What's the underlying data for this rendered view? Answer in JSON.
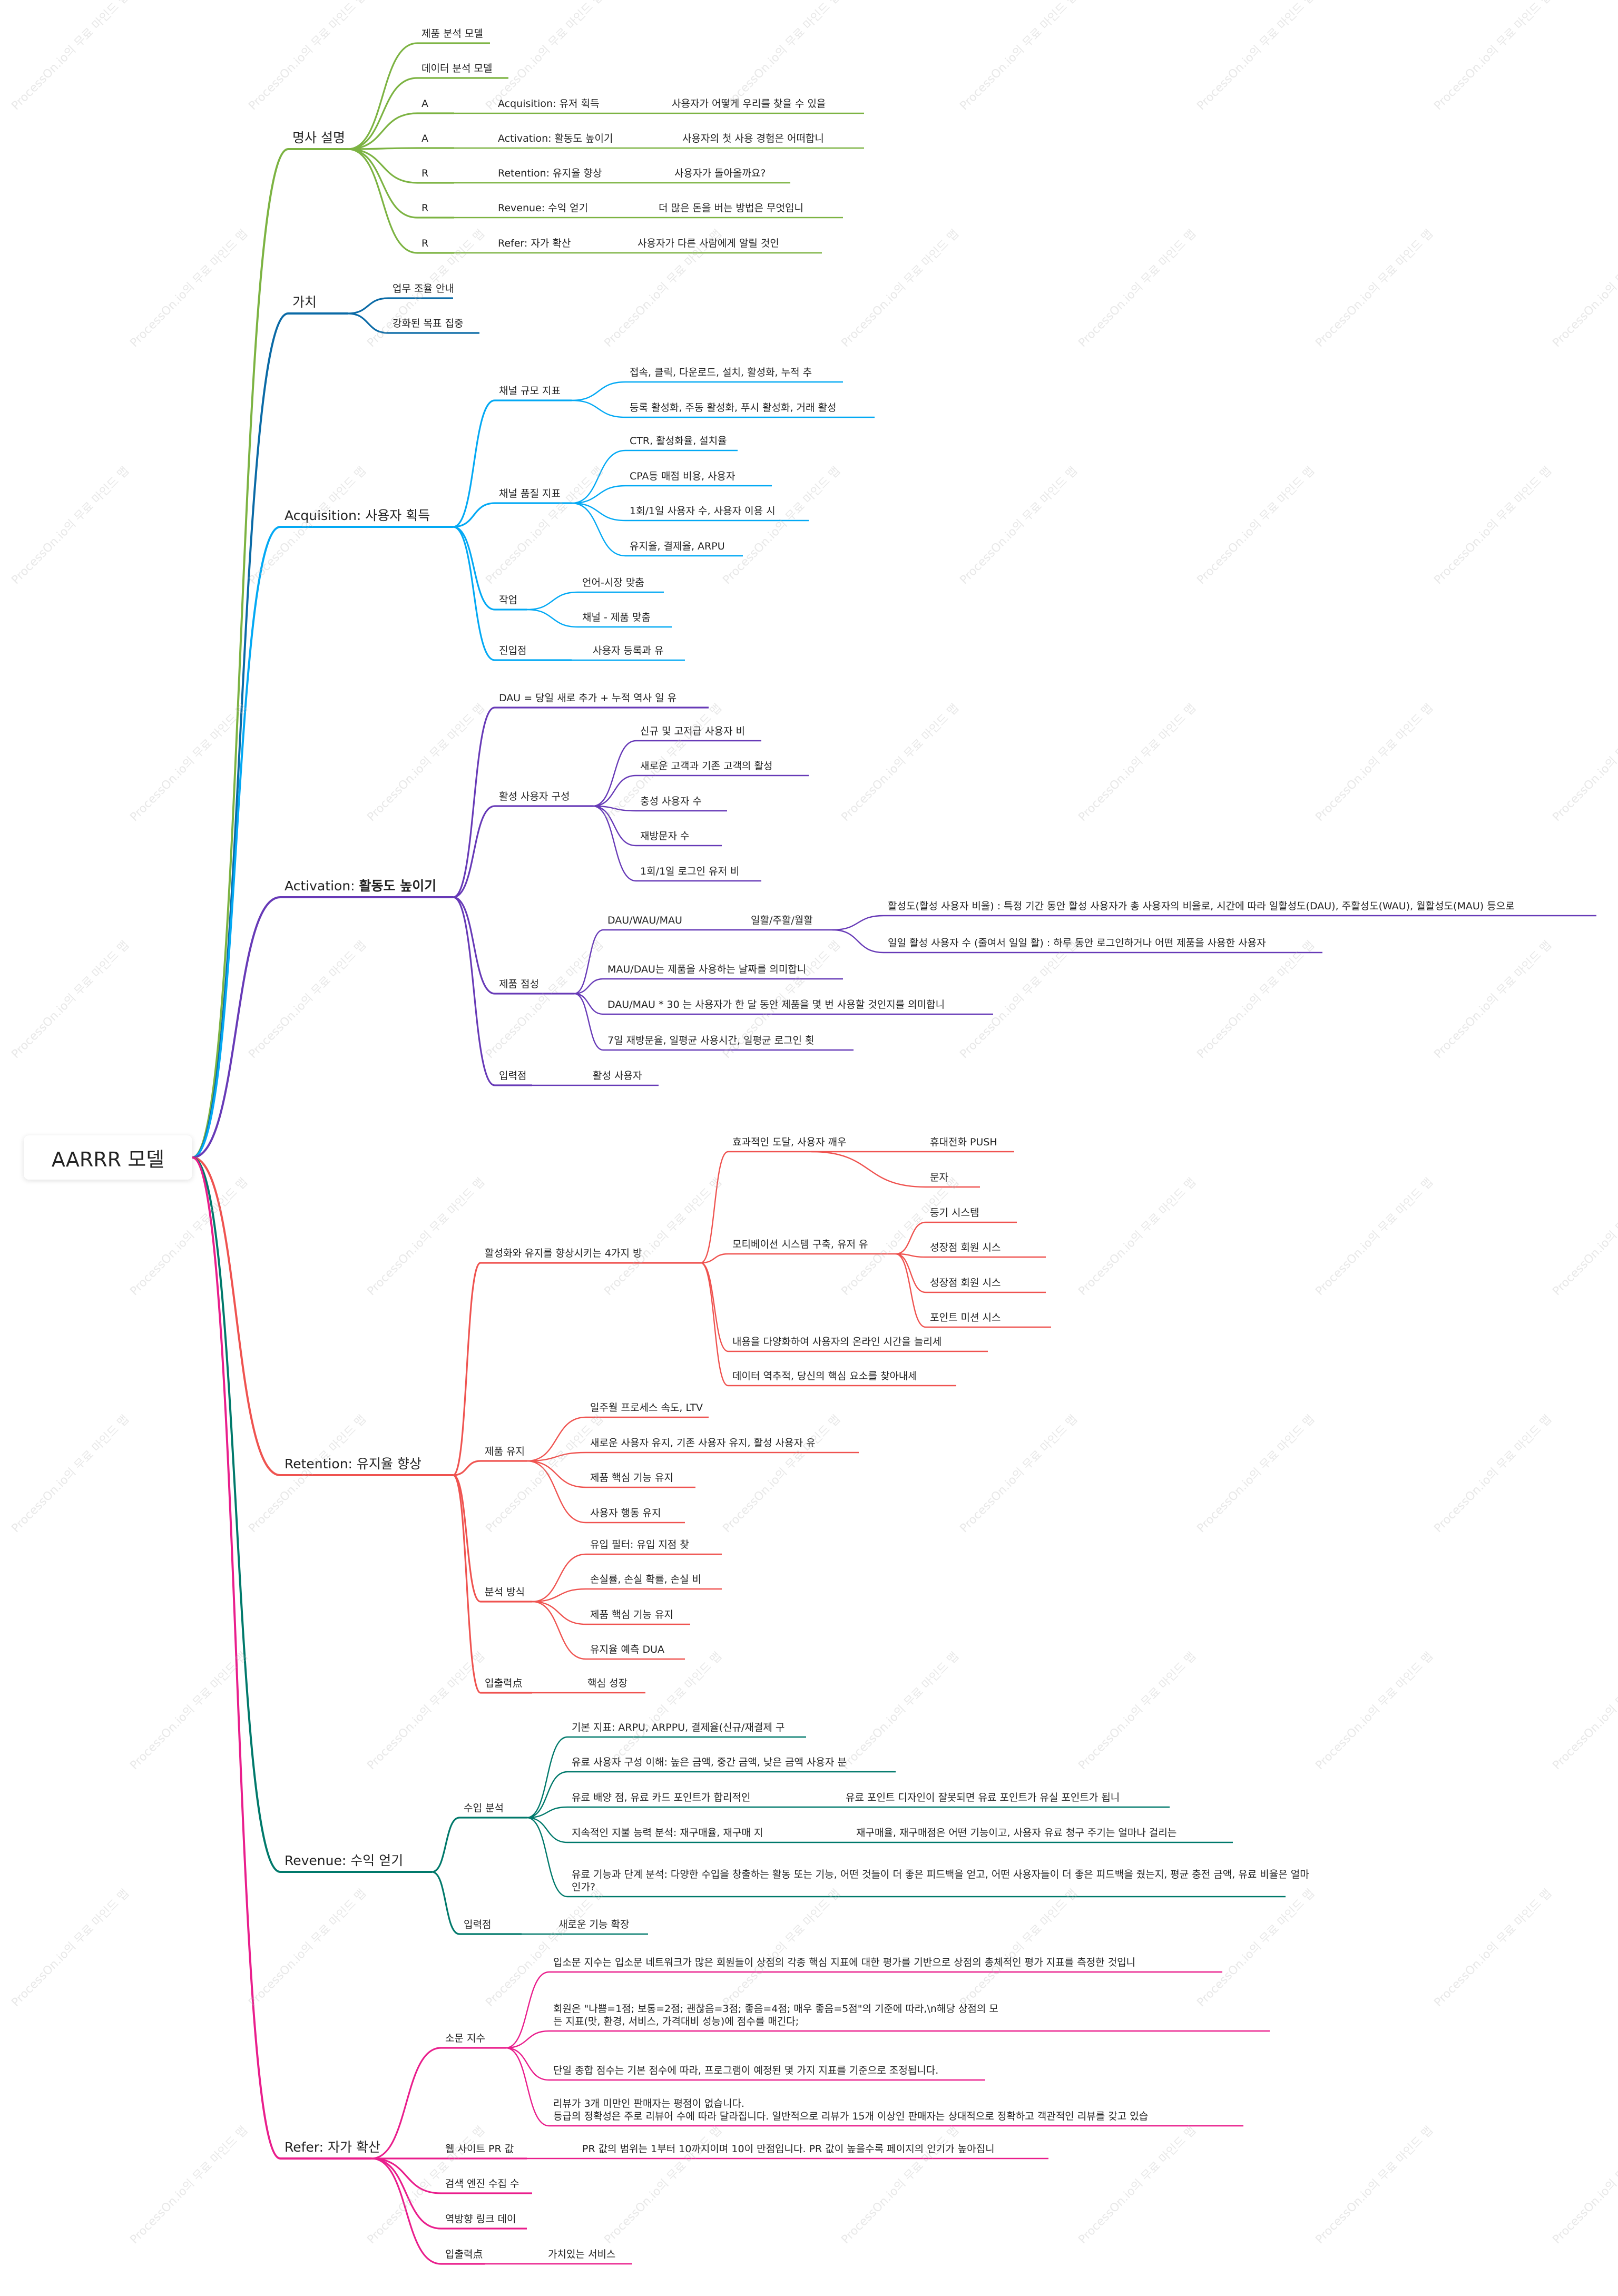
{
  "title": "AARRR 모델",
  "watermark": "ProcessOn.io의 무료 마인드 맵",
  "colors": {
    "green": "#7cb342",
    "blue": "#03a9f4",
    "purple": "#673ab7",
    "red": "#ef5350",
    "teal": "#00796b",
    "pink": "#e91e8c",
    "grey": "#888888"
  },
  "branches": [
    {
      "label": "명사 설명",
      "color": "#7cb342",
      "children": [
        {
          "label": "제품 분석 모델"
        },
        {
          "label": "데이터 분석 모델"
        },
        {
          "label": "A",
          "children": [
            {
              "label": "Acquisition:  유저 획득",
              "children": [
                {
                  "label": "사용자가 어떻게 우리를 찾을 수 있을"
                }
              ]
            }
          ]
        },
        {
          "label": "A",
          "children": [
            {
              "label": "Activation: 활동도 높이기",
              "children": [
                {
                  "label": "사용자의 첫 사용 경험은 어떠합니"
                }
              ]
            }
          ]
        },
        {
          "label": "R",
          "children": [
            {
              "label": "Retention:  유지율 향상",
              "children": [
                {
                  "label": "사용자가 돌아올까요?"
                }
              ]
            }
          ]
        },
        {
          "label": "R",
          "children": [
            {
              "label": "Revenue:  수익 얻기",
              "children": [
                {
                  "label": "더 많은 돈을 버는 방법은 무엇입니"
                }
              ]
            }
          ]
        },
        {
          "label": "R",
          "children": [
            {
              "label": "Refer: 자가 확산",
              "children": [
                {
                  "label": "사용자가 다른 사람에게 알릴 것인"
                }
              ]
            }
          ]
        }
      ]
    },
    {
      "label": "가치",
      "color": "#00796b",
      "children": [
        {
          "label": "업무 조율 안내"
        },
        {
          "label": "강화된 목표 집중"
        }
      ]
    },
    {
      "label": "Acquisition:  사용자 획득",
      "color": "#03a9f4",
      "children": [
        {
          "label": "채널 규모 지표",
          "children": [
            {
              "label": "접속, 클릭, 다운로드, 설치, 활성화, 누적 추"
            },
            {
              "label": "등록 활성화, 주동 활성화, 푸시 활성화, 거래 활성"
            }
          ]
        },
        {
          "label": "채널 품질 지표",
          "children": [
            {
              "label": "CTR, 활성화율, 설치율"
            },
            {
              "label": "CPA등 매점 비용, 사용자"
            },
            {
              "label": "1회/1일 사용자 수, 사용자 이용 시"
            },
            {
              "label": "유지율, 결제율, ARPU"
            }
          ]
        },
        {
          "label": "작업",
          "children": [
            {
              "label": "언어-시장 맞춤"
            },
            {
              "label": "채널 - 제품 맞춤"
            }
          ]
        },
        {
          "label": "진입점",
          "children": [
            {
              "label": "사용자 등록과 유"
            }
          ]
        }
      ]
    },
    {
      "label": "Activation: ",
      "bold": "활동도 높이기",
      "color": "#673ab7",
      "children": [
        {
          "label": "DAU = 당일 새로 추가 + 누적 역사 일 유"
        },
        {
          "label": "활성 사용자 구성",
          "children": [
            {
              "label": "신규 및 고저급 사용자 비"
            },
            {
              "label": "새로운 고객과 기존 고객의 활성"
            },
            {
              "label": "충성 사용자 수"
            },
            {
              "label": "재방문자 수"
            },
            {
              "label": "1회/1일 로그인 유저 비"
            }
          ]
        },
        {
          "label": "제품 점성",
          "children": [
            {
              "label": "DAU/WAU/MAU",
              "children": [
                {
                  "label": "일활/주활/월활",
                  "children": [
                    {
                      "label": "활성도(활성 사용자 비율) : 특정 기간 동안 활성 사용자가 총 사용자의 비율로, 시간에 따라 일활성도(DAU), 주활성도(WAU), 월활성도(MAU) 등으로"
                    },
                    {
                      "label": "일일 활성 사용자 수 (줄여서 일일 활) : 하루 동안 로그인하거나 어떤 제품을 사용한 사용자"
                    }
                  ]
                }
              ]
            },
            {
              "label": "MAU/DAU는 제품을 사용하는 날짜를 의미합니"
            },
            {
              "label": "DAU/MAU * 30 는 사용자가 한 달 동안 제품을 몇 번 사용할 것인지를 의미합니"
            },
            {
              "label": "7일 재방문율, 일평균 사용시간, 일평균 로그인 횟"
            }
          ]
        },
        {
          "label": "입력점",
          "children": [
            {
              "label": "활성 사용자"
            }
          ]
        }
      ]
    },
    {
      "label": "Retention: 유지율 향상",
      "color": "#ef5350",
      "children": [
        {
          "label": "활성화와 유지를 향상시키는 4가지 방",
          "children": [
            {
              "label": "효과적인 도달, 사용자 깨우",
              "children": [
                {
                  "label": "휴대전화 PUSH"
                },
                {
                  "label": "문자"
                }
              ]
            },
            {
              "label": "모티베이션 시스템 구축, 유저 유",
              "children": [
                {
                  "label": "등기 시스템"
                },
                {
                  "label": "성장점 회원 시스"
                },
                {
                  "label": "성장점 회원 시스"
                },
                {
                  "label": "포인트 미션 시스"
                }
              ]
            },
            {
              "label": "내용을 다양화하여 사용자의 온라인 시간을 늘리세"
            },
            {
              "label": "데이터 역추적, 당신의 핵심 요소를 찾아내세"
            }
          ]
        },
        {
          "label": "제품 유지",
          "children": [
            {
              "label": "일주월 프로세스 속도, LTV"
            },
            {
              "label": "새로운 사용자 유지, 기존 사용자 유지, 활성 사용자 유"
            },
            {
              "label": "제품 핵심 기능 유지"
            },
            {
              "label": "사용자 행동 유지"
            }
          ]
        },
        {
          "label": "분석 방식",
          "children": [
            {
              "label": "유입 필터: 유입 지점 찾"
            },
            {
              "label": "손실률, 손실 확률, 손실 비"
            },
            {
              "label": "제품 핵심 기능 유지"
            },
            {
              "label": "유지율 예측 DUA"
            }
          ]
        },
        {
          "label": "입출력点",
          "children": [
            {
              "label": "핵심 성장"
            }
          ]
        }
      ]
    },
    {
      "label": "Revenue: 수익 얻기",
      "color": "#00796b",
      "children": [
        {
          "label": "수입 분석",
          "children": [
            {
              "label": "기본 지표: ARPU, ARPPU, 결제율(신규/재결제 구"
            },
            {
              "label": "유료 사용자 구성 이해: 높은 금액, 중간 금액, 낮은 금액 사용자 분"
            },
            {
              "label": "유료 배양 점, 유료 카드 포인트가 합리적인",
              "children": [
                {
                  "label": "유료 포인트 디자인이 잘못되면 유료 포인트가 유실 포인트가 됩니"
                }
              ]
            },
            {
              "label": "지속적인 지불 능력 분석: 재구매율, 재구매 지",
              "children": [
                {
                  "label": "재구매율, 재구매점은 어떤 기능이고, 사용자 유료 청구 주기는 얼마나 걸리는"
                }
              ]
            },
            {
              "label": "유료 기능과 단계 분석: 다양한 수입을 창출하는 활동 또는 기능, 어떤 것들이 더 좋은 피드백을 얻고, 어떤 사용자들이 더 좋은 피드백을 줬는지, 평균 충전 금액, 유료 비율은 얼마인가?"
            }
          ]
        },
        {
          "label": "입력점",
          "children": [
            {
              "label": "새로운 기능 확장"
            }
          ]
        }
      ]
    },
    {
      "label": "Refer: 자가 확산",
      "color": "#e91e8c",
      "children": [
        {
          "label": "소문 지수",
          "children": [
            {
              "label": "입소문 지수는 입소문 네트워크가 많은 회원들이 상점의 각종 핵심 지표에 대한 평가를 기반으로 상점의 총체적인 평가 지표를 측정한 것입니"
            },
            {
              "label": "회원은 \"나쁨=1점; 보통=2점; 괜찮음=3점; 좋음=4점; 매우 좋음=5점\"의 기준에 따라,\\n해당 상점의 모든 지표(맛, 환경, 서비스, 가격대비 성능)에 점수를 매긴다;"
            },
            {
              "label": "단일 종합 점수는 기본 점수에 따라, 프로그램이 예정된 몇 가지 지표를 기준으로 조정됩니다."
            },
            {
              "label": "리뷰가 3개 미만인 판매자는 평점이 없습니다.",
              "line2": "등급의 정확성은 주로 리뷰어 수에 따라 달라집니다. 일반적으로 리뷰가 15개 이상인 판매자는 상대적으로 정확하고 객관적인 리뷰를 갖고 있습"
            }
          ]
        },
        {
          "label": "웹 사이트 PR 값",
          "children": [
            {
              "label": "PR 값의 범위는 1부터 10까지이며 10이 만점입니다. PR 값이 높을수록 페이지의 인기가 높아집니"
            }
          ]
        },
        {
          "label": "검색 엔진 수집 수"
        },
        {
          "label": "역방향 링크 데이"
        },
        {
          "label": "입출력点",
          "children": [
            {
              "label": "가치있는 서비스"
            }
          ]
        }
      ]
    }
  ]
}
